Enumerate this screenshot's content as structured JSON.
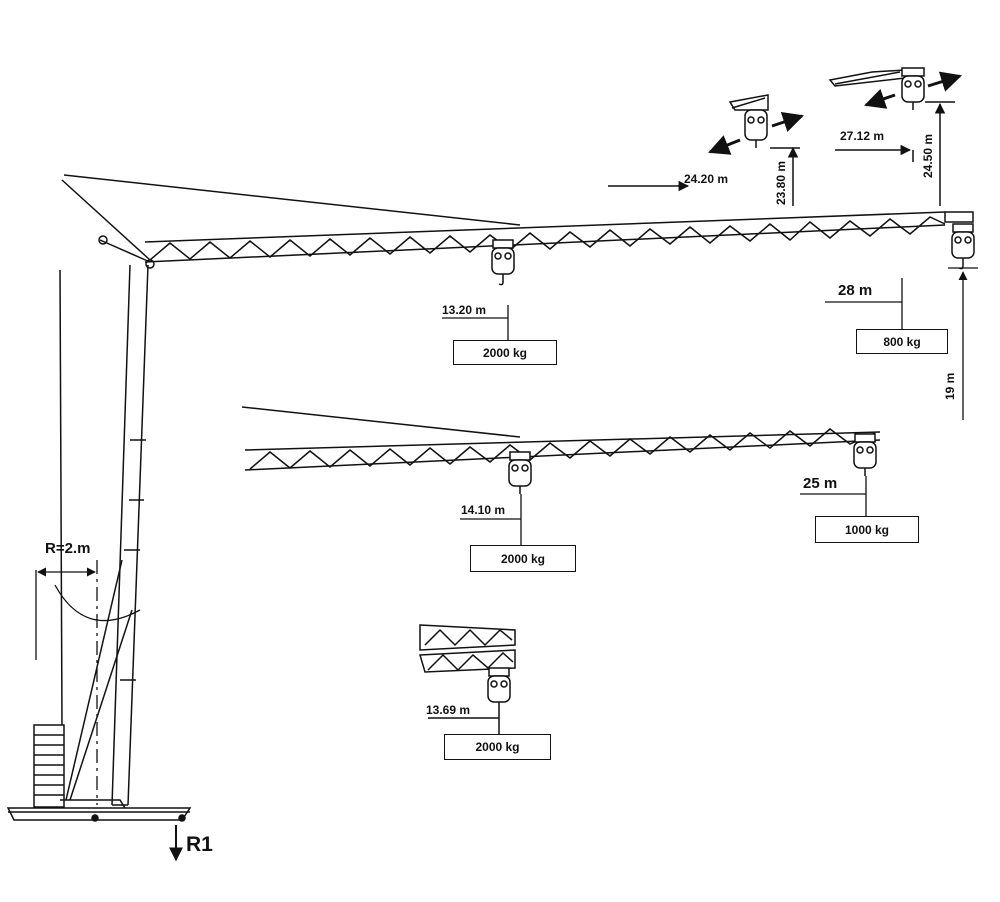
{
  "labels": {
    "radius": "R=2.m",
    "reaction": "R1",
    "main_radius_13_20": "13.20 m",
    "main_radius_28": "28 m",
    "main_height_19": "19 m",
    "top_radius_24_20": "24.20 m",
    "top_height_23_80": "23.80 m",
    "top_radius_27_12": "27.12 m",
    "top_height_24_50": "24.50 m",
    "mid_radius_14_10": "14.10 m",
    "mid_radius_25": "25 m",
    "fold_radius_13_69": "13.69 m"
  },
  "loads": {
    "main_inner": "2000 kg",
    "main_tip": "800 kg",
    "mid_inner": "2000 kg",
    "mid_tip": "1000 kg",
    "fold_inner": "2000 kg"
  },
  "colors": {
    "ink": "#111111",
    "paper": "#ffffff"
  }
}
